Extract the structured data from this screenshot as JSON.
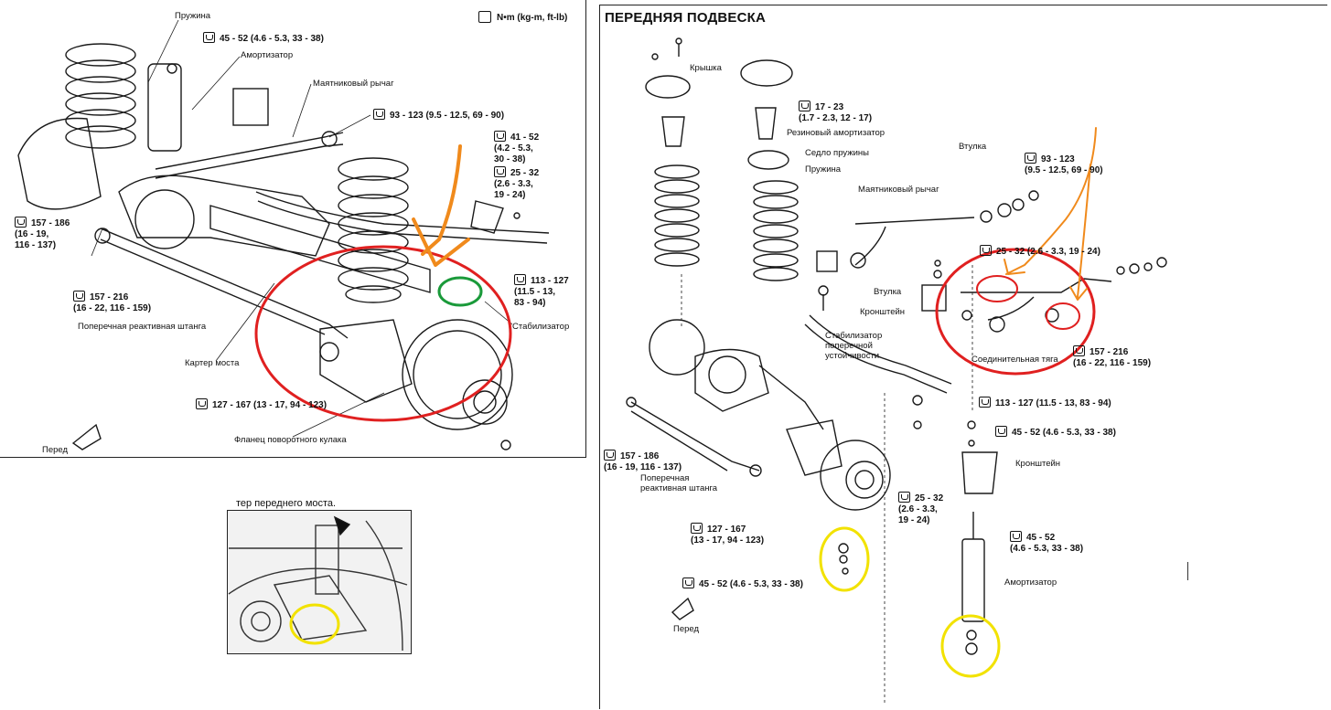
{
  "legend": {
    "text": "N•m (kg-m, ft-lb)"
  },
  "left_diagram": {
    "labels": {
      "spring": "Пружина",
      "shock": "Амортизатор",
      "pitman_arm": "Маятниковый рычаг",
      "panhard_rod": "Поперечная реактивная штанга",
      "axle_housing": "Картер моста",
      "stabilizer": "Стабилизатор",
      "knuckle_flange": "Фланец поворотного кулака",
      "front": "Перед"
    },
    "torques": {
      "t1": "45 - 52 (4.6 - 5.3, 33 - 38)",
      "t2": "93 - 123 (9.5 - 12.5, 69 - 90)",
      "t3": "41 - 52\n(4.2 - 5.3,\n30 - 38)",
      "t4": "25 - 32\n(2.6 - 3.3,\n19 - 24)",
      "t5": "157 - 186\n(16 - 19,\n116 - 137)",
      "t6": "157 - 216\n(16 - 22, 116 - 159)",
      "t7": "113 - 127\n(11.5 - 13,\n83 - 94)",
      "t8": "127 - 167 (13 - 17, 94 - 123)"
    }
  },
  "photo": {
    "caption": "тер переднего моста."
  },
  "right_diagram": {
    "title": "ПЕРЕДНЯЯ ПОДВЕСКА",
    "labels": {
      "cap": "Крышка",
      "bump_stop": "Резиновый амортизатор",
      "spring_seat": "Седло пружины",
      "spring": "Пружина",
      "bushing_top": "Втулка",
      "pitman_arm": "Маятниковый рычаг",
      "bushing": "Втулка",
      "bracket": "Кронштейн",
      "link": "Соединительная тяга",
      "stabilizer": "Стабилизатор\nпоперечной\nустойчивости",
      "panhard": "Поперечная\nреактивная штанга",
      "bracket2": "Кронштейн",
      "shock": "Амортизатор",
      "front": "Перед"
    },
    "torques": {
      "r1": "17 - 23\n(1.7 - 2.3, 12 - 17)",
      "r2": "93 - 123\n(9.5 - 12.5, 69 - 90)",
      "r3": "25 - 32 (2.6 - 3.3, 19 - 24)",
      "r4": "157 - 216\n(16 - 22, 116 - 159)",
      "r5": "113 - 127 (11.5 - 13, 83 - 94)",
      "r6": "45 - 52 (4.6 - 5.3, 33 - 38)",
      "r7": "157 - 186\n(16 - 19, 116 - 137)",
      "r8": "25 - 32\n(2.6 - 3.3,\n19 - 24)",
      "r9": "45 - 52\n(4.6 - 5.3, 33 - 38)",
      "r10": "127 - 167\n(13 - 17, 94 - 123)",
      "r11": "45 - 52 (4.6 - 5.3, 33 - 38)"
    }
  },
  "annotation_colors": {
    "red": "#e02020",
    "orange": "#f08a1c",
    "green": "#1a9a3a",
    "yellow": "#f2e200"
  }
}
